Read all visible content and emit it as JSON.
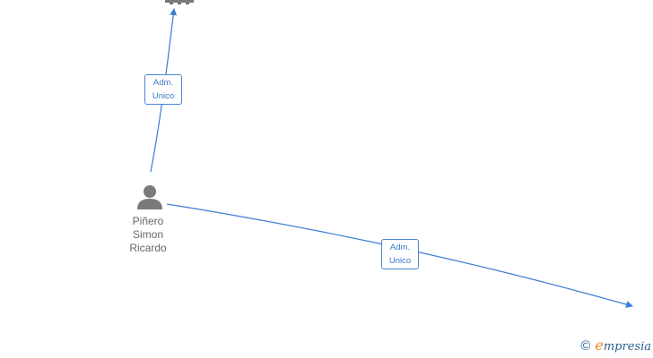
{
  "nodes": {
    "person": {
      "name_lines": [
        "Piñero",
        "Simon",
        "Ricardo"
      ],
      "icon": "person-icon"
    },
    "top_partial": {
      "icon": "company-icon"
    }
  },
  "edges": [
    {
      "id": "edge-person-to-top",
      "label_lines": [
        "Adm.",
        "Unico"
      ]
    },
    {
      "id": "edge-person-to-right",
      "label_lines": [
        "Adm.",
        "Unico"
      ]
    }
  ],
  "watermark": {
    "copyright_symbol": "©",
    "brand_initial": "e",
    "brand_rest": "mpresia"
  },
  "colors": {
    "edge": "#3a7bd5",
    "node_icon": "#7a7a7a",
    "node_text": "#666666",
    "brand": "#2c5f8f",
    "brand_accent": "#f08a1c"
  }
}
